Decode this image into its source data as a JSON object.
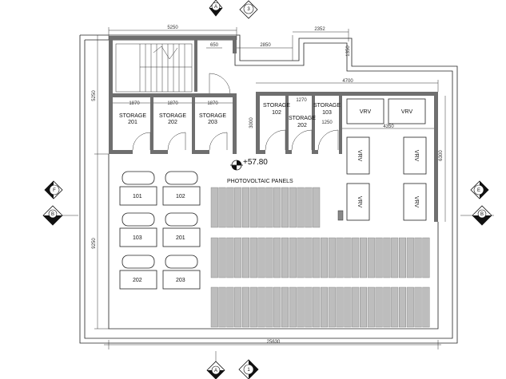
{
  "dimensions": {
    "top_left_width": "5250",
    "top_corridor": "2850",
    "top_right_offset": "2352",
    "stair_small": "650",
    "vertical_right_small": "1350",
    "left_upper": "5250",
    "left_lower": "9250",
    "storage_201_w": "1870",
    "storage_202_w": "1870",
    "storage_203_w": "1870",
    "storage_102_w": "1270",
    "storage_103_w": "1250",
    "right_roof_w": "4700",
    "vrv_zone_w": "4350",
    "right_vertical": "6300",
    "bottom_total": "25630",
    "storage_height": "3000"
  },
  "rooms": {
    "storage_201": {
      "name": "STORAGE",
      "num": "201"
    },
    "storage_202": {
      "name": "STORAGE",
      "num": "202"
    },
    "storage_203": {
      "name": "STORAGE",
      "num": "203"
    },
    "storage_102": {
      "name": "STORAGE",
      "num": "102"
    },
    "storage_202b": {
      "name": "STORAGE",
      "num": "202"
    },
    "storage_103": {
      "name": "STORAGE",
      "num": "103"
    }
  },
  "level_mark": "+57.80",
  "pv_label": "PHOTOVOLTAIC PANELS",
  "vrv_label": "VRV",
  "tanks": [
    "101",
    "102",
    "103",
    "201",
    "202",
    "203"
  ],
  "grid_markers": {
    "top_a": "A",
    "top_3": "3",
    "left_f": "F",
    "left_b": "B",
    "right_e": "E",
    "right_b": "B",
    "bottom_a": "A",
    "bottom_1": "1"
  }
}
